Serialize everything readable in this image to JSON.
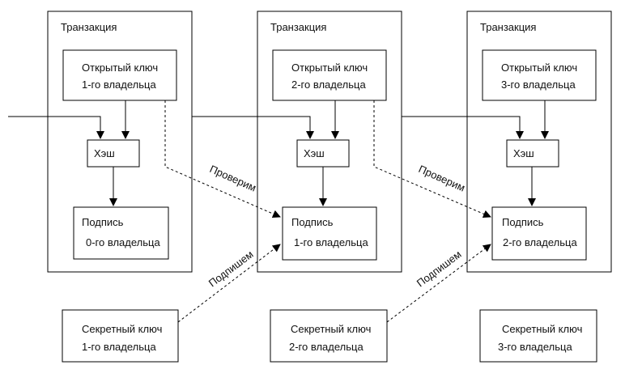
{
  "transactions": [
    {
      "title": "Транзакция",
      "public_key": [
        "Открытый ключ",
        "1-го владельца"
      ],
      "hash": "Хэш",
      "signature": [
        "Подпись",
        "0-го владельца"
      ]
    },
    {
      "title": "Транзакция",
      "public_key": [
        "Открытый ключ",
        "2-го владельца"
      ],
      "hash": "Хэш",
      "signature": [
        "Подпись",
        "1-го владельца"
      ]
    },
    {
      "title": "Транзакция",
      "public_key": [
        "Открытый ключ",
        "3-го владельца"
      ],
      "hash": "Хэш",
      "signature": [
        "Подпись",
        "2-го владельца"
      ]
    }
  ],
  "secret_keys": [
    [
      "Секретный ключ",
      "1-го владельца"
    ],
    [
      "Секретный ключ",
      "2-го владельца"
    ],
    [
      "Секретный ключ",
      "3-го владельца"
    ]
  ],
  "edge_labels": {
    "verify": "Проверим",
    "sign": "Подпишем"
  }
}
